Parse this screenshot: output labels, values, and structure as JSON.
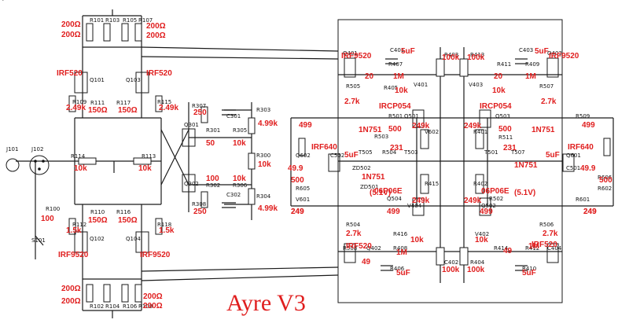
{
  "title": "Ayre V3",
  "colors": {
    "annotation": "#e01e1e",
    "ink": "#1a1a1a",
    "background": "#ffffff"
  },
  "ref_labels": [
    "J101",
    "J102",
    "S101",
    "R100",
    "R101",
    "R103",
    "R105",
    "R107",
    "Q101",
    "Q103",
    "R109",
    "R111",
    "R117",
    "R115",
    "R114",
    "R113",
    "R110",
    "R116",
    "R112",
    "R118",
    "Q102",
    "Q104",
    "R102",
    "R104",
    "R106",
    "R108",
    "R307",
    "Q301",
    "R301",
    "R305",
    "C301",
    "R303",
    "R300",
    "Q302",
    "R302",
    "R306",
    "C302",
    "R304",
    "R308",
    "Q401",
    "C401",
    "R407",
    "R405",
    "R403",
    "R413",
    "C403",
    "R411",
    "R409",
    "Q403",
    "V401",
    "V403",
    "R505",
    "R507",
    "R503",
    "R501",
    "Q501",
    "Q503",
    "R511",
    "R509",
    "R504",
    "T503",
    "T501",
    "T507",
    "T505",
    "ZD501",
    "ZD502",
    "C501",
    "C502",
    "Q601",
    "Q602",
    "R605",
    "V601",
    "R601",
    "R602",
    "R606",
    "V602",
    "R401",
    "R415",
    "R402",
    "R416",
    "V402",
    "V404",
    "Q502",
    "Q504",
    "R502",
    "R504",
    "R506",
    "R508",
    "Q402",
    "R408",
    "R406",
    "C402",
    "R404",
    "R414",
    "R412",
    "R410",
    "C404",
    "Q404"
  ],
  "value_labels": [
    "200Ω",
    "200Ω",
    "200Ω",
    "200Ω",
    "IRF520",
    "IRF520",
    "2.49k",
    "150Ω",
    "150Ω",
    "2.49k",
    "10k",
    "10k",
    "100",
    "150Ω",
    "150Ω",
    "1.5k",
    "1.5k",
    "IRF9520",
    "IRF9520",
    "200Ω",
    "200Ω",
    "200Ω",
    "200Ω",
    "250",
    "50",
    "10k",
    "4.99k",
    "10k",
    "100",
    "10k",
    "4.99k",
    "250",
    "IRF9520",
    "5uF",
    "20",
    "1M",
    "100k",
    "100k",
    "5uF",
    "20",
    "1M",
    "IRF9520",
    "10k",
    "10k",
    "2.7k",
    "2.7k",
    "IRCP054",
    "IRCP054",
    "1N751",
    "1N751",
    "500",
    "500",
    "499",
    "499",
    "231",
    "231",
    "IRF640",
    "IRF640",
    "5uF",
    "5uF",
    "49.9",
    "49.9",
    "500",
    "500",
    "1N751",
    "1N751",
    "(5.1V)",
    "(5.1V)",
    "249",
    "249",
    "249k",
    "249k",
    "249k",
    "249k",
    "06P06E",
    "06P06E",
    "499",
    "499",
    "249",
    "249",
    "2.7k",
    "2.7k",
    "10k",
    "10k",
    "IRF520",
    "IRF520",
    "49",
    "1M",
    "1M",
    "49",
    "5uF",
    "5uF",
    "100k",
    "100k"
  ]
}
